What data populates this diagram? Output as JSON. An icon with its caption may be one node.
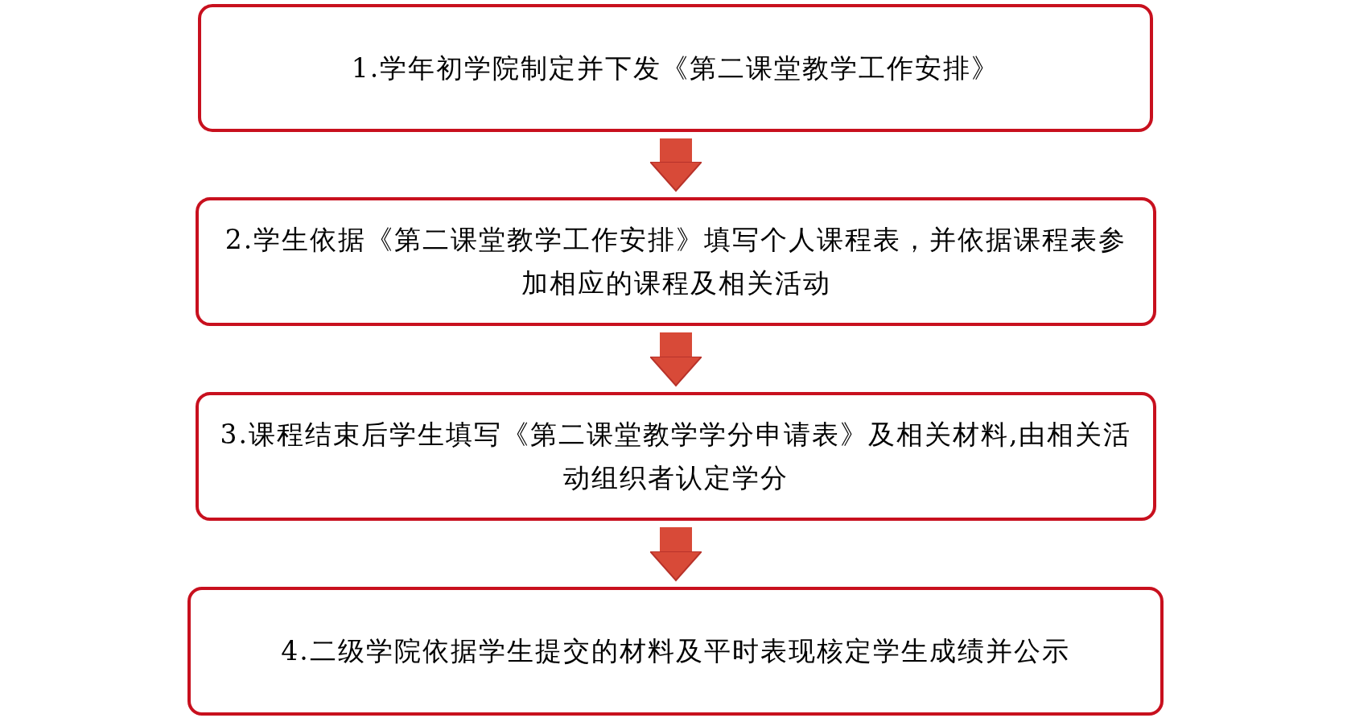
{
  "diagram": {
    "nodes": [
      {
        "text": [
          "1.学年初学院制定并下发《第二课堂教学工作安排》"
        ]
      },
      {
        "text": [
          "2.学生依据《第二课堂教学工作安排》填写个人课程表，并依据课程表参加相应的课程及相关活动"
        ]
      },
      {
        "text": [
          "3.课程结束后学生填写《第二课堂教学学分申请表》及相关材料,由相关活动组织者认定学分"
        ]
      },
      {
        "text": [
          "4.二级学院依据学生提交的材料及平时表现核定学生成绩并公示"
        ]
      }
    ],
    "edges": [
      {
        "from": 0,
        "to": 1,
        "arrow": "to"
      },
      {
        "from": 1,
        "to": 2,
        "arrow": "to"
      },
      {
        "from": 2,
        "to": 3,
        "arrow": "to"
      }
    ]
  }
}
